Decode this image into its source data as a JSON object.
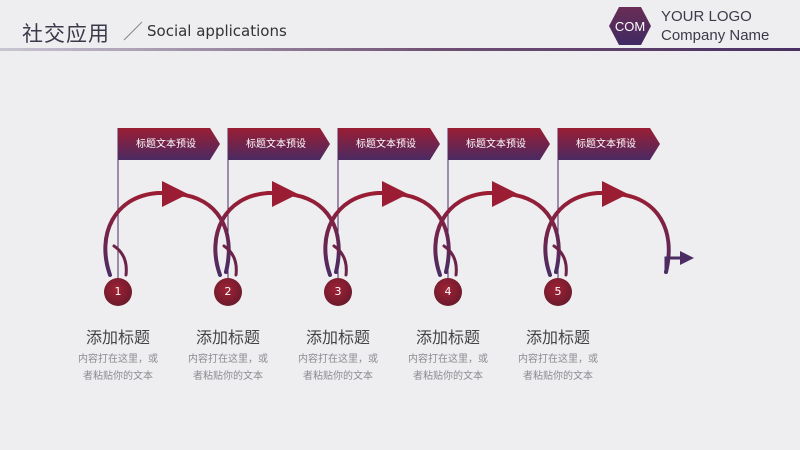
{
  "header": {
    "title": "社交应用",
    "subtitle": "Social applications"
  },
  "logo": {
    "badge": "COM",
    "line1": "YOUR LOGO",
    "line2": "Company Name"
  },
  "colors": {
    "accent_red": "#9c1c32",
    "accent_purple": "#4b2c63"
  },
  "steps": [
    {
      "number": "1",
      "flag": "标题文本预设",
      "title": "添加标题",
      "desc_line1": "内容打在这里，或",
      "desc_line2": "者粘贴你的文本"
    },
    {
      "number": "2",
      "flag": "标题文本预设",
      "title": "添加标题",
      "desc_line1": "内容打在这里，或",
      "desc_line2": "者粘贴你的文本"
    },
    {
      "number": "3",
      "flag": "标题文本预设",
      "title": "添加标题",
      "desc_line1": "内容打在这里，或",
      "desc_line2": "者粘贴你的文本"
    },
    {
      "number": "4",
      "flag": "标题文本预设",
      "title": "添加标题",
      "desc_line1": "内容打在这里，或",
      "desc_line2": "者粘贴你的文本"
    },
    {
      "number": "5",
      "flag": "标题文本预设",
      "title": "添加标题",
      "desc_line1": "内容打在这里，或",
      "desc_line2": "者粘贴你的文本"
    }
  ]
}
